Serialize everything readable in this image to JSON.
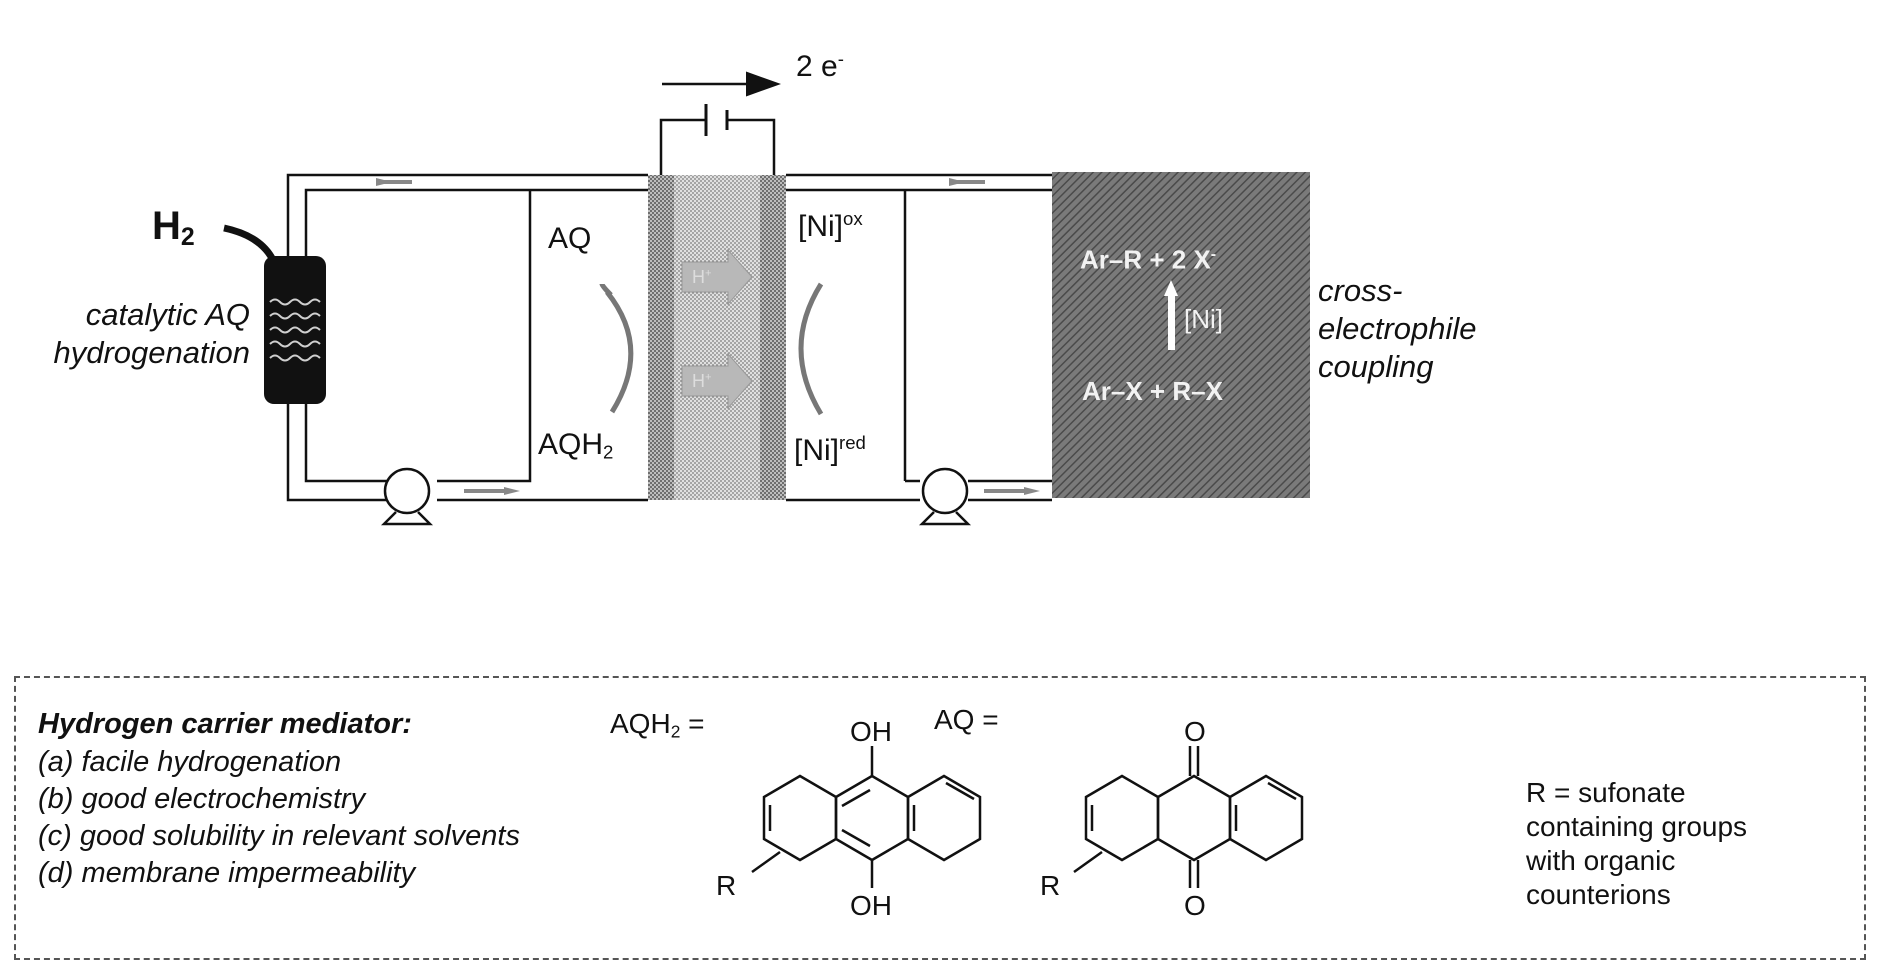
{
  "top": {
    "electron_label": "2 e",
    "electron_sup": "-",
    "h2_label": "H",
    "h2_sub": "2",
    "catalyst_label": [
      "catalytic AQ",
      "hydrogenation"
    ],
    "aq_label": "AQ",
    "aqh2_label": "AQH",
    "aqh2_sub": "2",
    "ni_ox_label": "[Ni]",
    "ni_ox_sup": "ox",
    "ni_red_label": "[Ni]",
    "ni_red_sup": "red",
    "proton_label": "H",
    "proton_sup": "+",
    "reactor_product": "Ar–R + 2 X",
    "reactor_product_sup": "-",
    "reactor_catalyst": "[Ni]",
    "reactor_substrates": "Ar–X + R–X",
    "xec_label": [
      "cross-",
      "electrophile",
      "coupling"
    ]
  },
  "legend": {
    "title": "Hydrogen carrier mediator:",
    "items": [
      "(a) facile hydrogenation",
      "(b) good electrochemistry",
      "(c) good solubility in relevant solvents",
      "(d) membrane impermeability"
    ],
    "aqh2_eq": "AQH",
    "aqh2_eq_sub": "2",
    "aqh2_eq_tail": " =",
    "aq_eq": "AQ =",
    "oh_label": "OH",
    "o_label": "O",
    "r_label": "R",
    "r_def": [
      "R = sufonate",
      "containing groups",
      "with organic",
      "counterions"
    ]
  },
  "colors": {
    "line": "#111111",
    "reactor_fill": "#6e6e6e",
    "membrane_fill": "#cfcfcf",
    "cartridge_fill": "#111111"
  }
}
